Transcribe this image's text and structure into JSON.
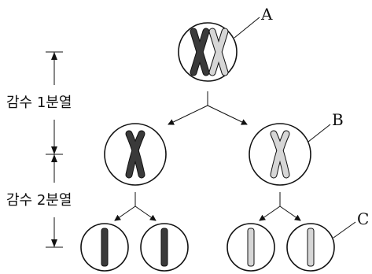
{
  "stages": {
    "meiosis1": "감수  1분열",
    "meiosis2": "감수  2분열"
  },
  "labels": {
    "a": "A",
    "b": "B",
    "c": "C"
  },
  "colors": {
    "dark_chromatid": "#3a3a3a",
    "light_chromatid": "#d6d6d6",
    "outline": "#111111",
    "background": "#ffffff"
  }
}
